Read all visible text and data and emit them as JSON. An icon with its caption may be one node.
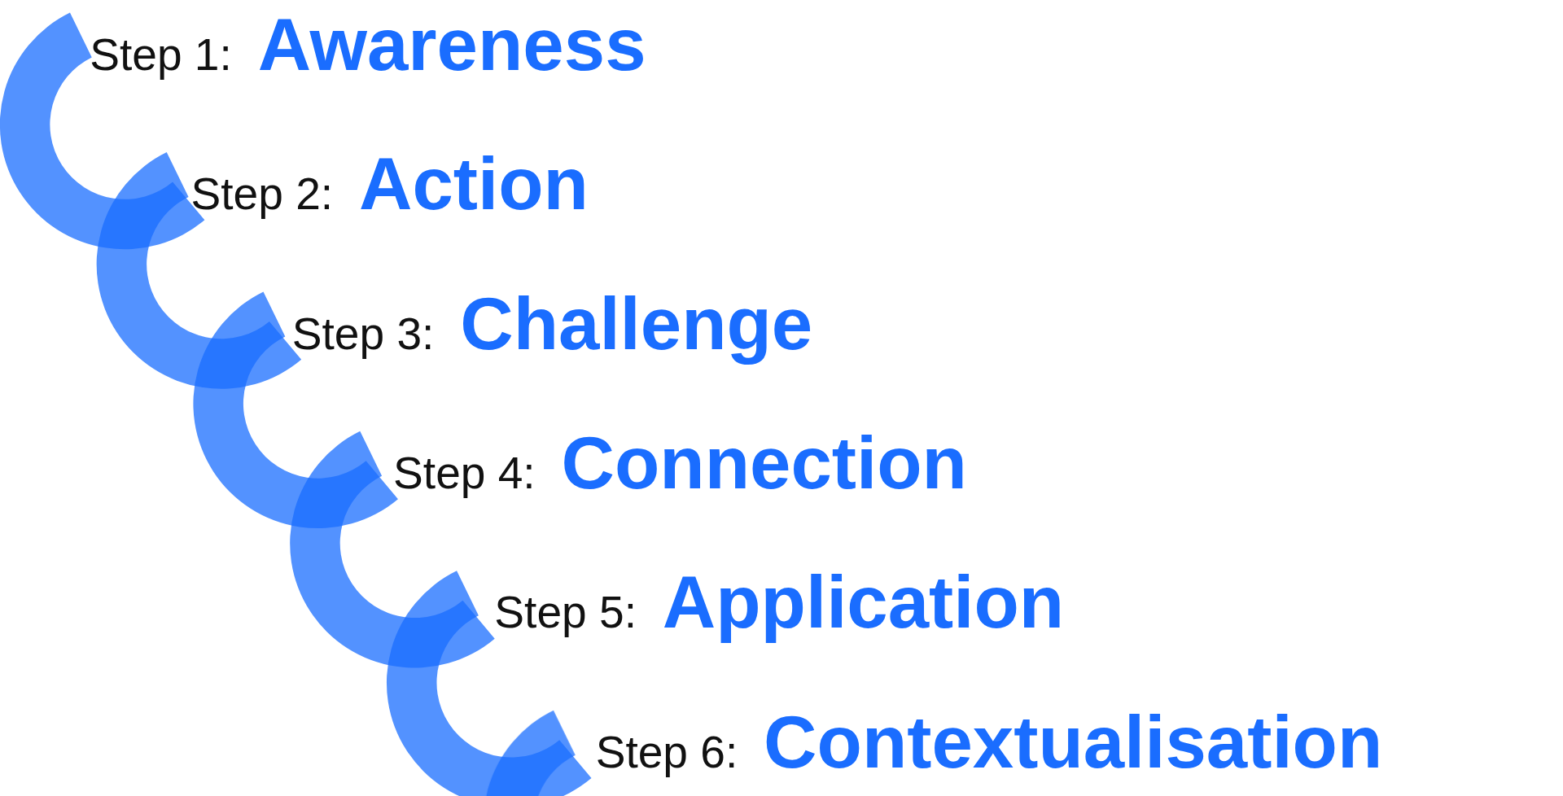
{
  "diagram": {
    "nodes": [
      {
        "text": [
          "Step 1:",
          "Awareness"
        ]
      },
      {
        "text": [
          "Step 2:",
          "Action"
        ]
      },
      {
        "text": [
          "Step 3:",
          "Challenge"
        ]
      },
      {
        "text": [
          "Step 4:",
          "Connection"
        ]
      },
      {
        "text": [
          "Step 5:",
          "Application"
        ]
      },
      {
        "text": [
          "Step 6:",
          "Contextualisation"
        ]
      }
    ]
  }
}
